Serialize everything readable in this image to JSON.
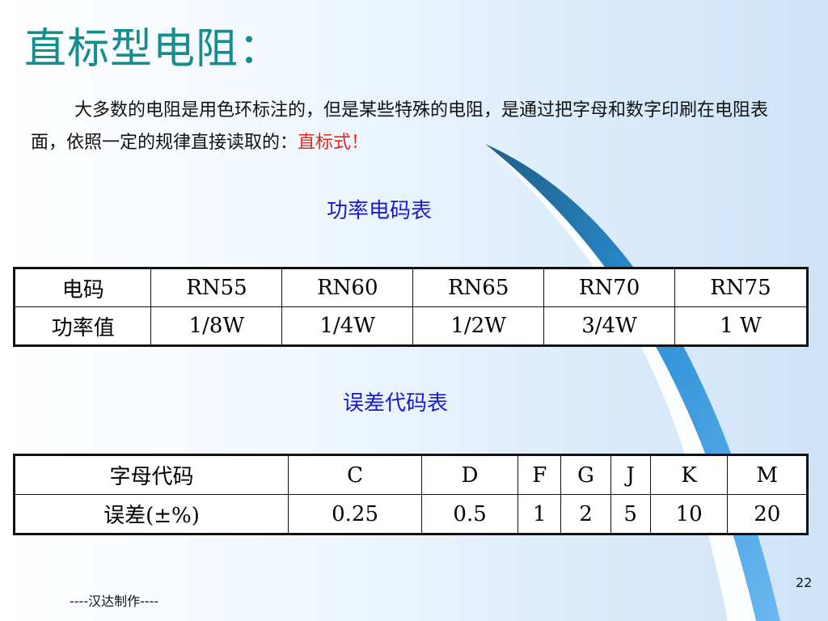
{
  "slide": {
    "title": "直标型电阻：",
    "intro_text": "大多数的电阻是用色环标注的，但是某些特殊的电阻，是通过把字母和数字印刷在电阻表面，依照一定的规律直接读取的：",
    "intro_highlight": "直标式！",
    "footer": "----汉达制作----",
    "page_number": "22"
  },
  "power_table": {
    "title": "功率电码表",
    "row_headers": [
      "电码",
      "功率值"
    ],
    "codes": [
      "RN55",
      "RN60",
      "RN65",
      "RN70",
      "RN75"
    ],
    "powers": [
      "1/8W",
      "1/4W",
      "1/2W",
      "3/4W",
      "1 W"
    ]
  },
  "tolerance_table": {
    "title": "误差代码表",
    "row_headers": [
      "字母代码",
      "误差(±%)"
    ],
    "letters": [
      "C",
      "D",
      "F",
      "G",
      "J",
      "K",
      "M"
    ],
    "tolerances": [
      "0.25",
      "0.5",
      "1",
      "2",
      "5",
      "10",
      "20"
    ]
  },
  "colors": {
    "title": "#138d8d",
    "table_header_text": "#1a1acc",
    "highlight": "#e0281c",
    "swoosh_dark": "#1d5f86",
    "swoosh_light": "#2b8fd6"
  }
}
